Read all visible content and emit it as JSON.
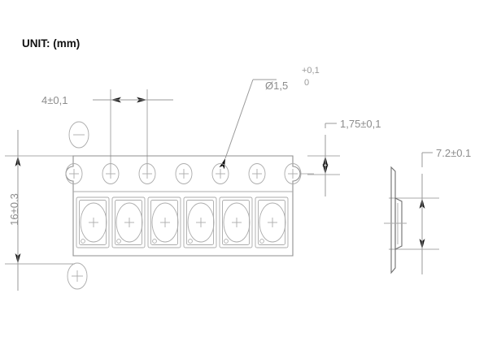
{
  "drawing": {
    "unit_label": "UNIT: (mm)",
    "background_color": "#ffffff",
    "line_color": "#9a9a9a",
    "text_color": "#8c8c8c",
    "title_color": "#111111"
  },
  "dimensions": {
    "pitch": {
      "label": "4±0,1",
      "name": "pin-pitch"
    },
    "height": {
      "label": "16±0.3",
      "name": "overall-height"
    },
    "hole": {
      "label": "Ø1,5",
      "tol_upper": "+0,1",
      "tol_lower": "0",
      "name": "hole-diameter"
    },
    "edge": {
      "label": "1,75±0,1",
      "name": "edge-distance"
    },
    "thickness": {
      "label": "7.2±0.1",
      "name": "side-thickness"
    }
  },
  "part": {
    "cell_count": 6,
    "pin_count": 7,
    "polarity_top": "−",
    "polarity_bottom": "+",
    "pin_marker": "+"
  }
}
